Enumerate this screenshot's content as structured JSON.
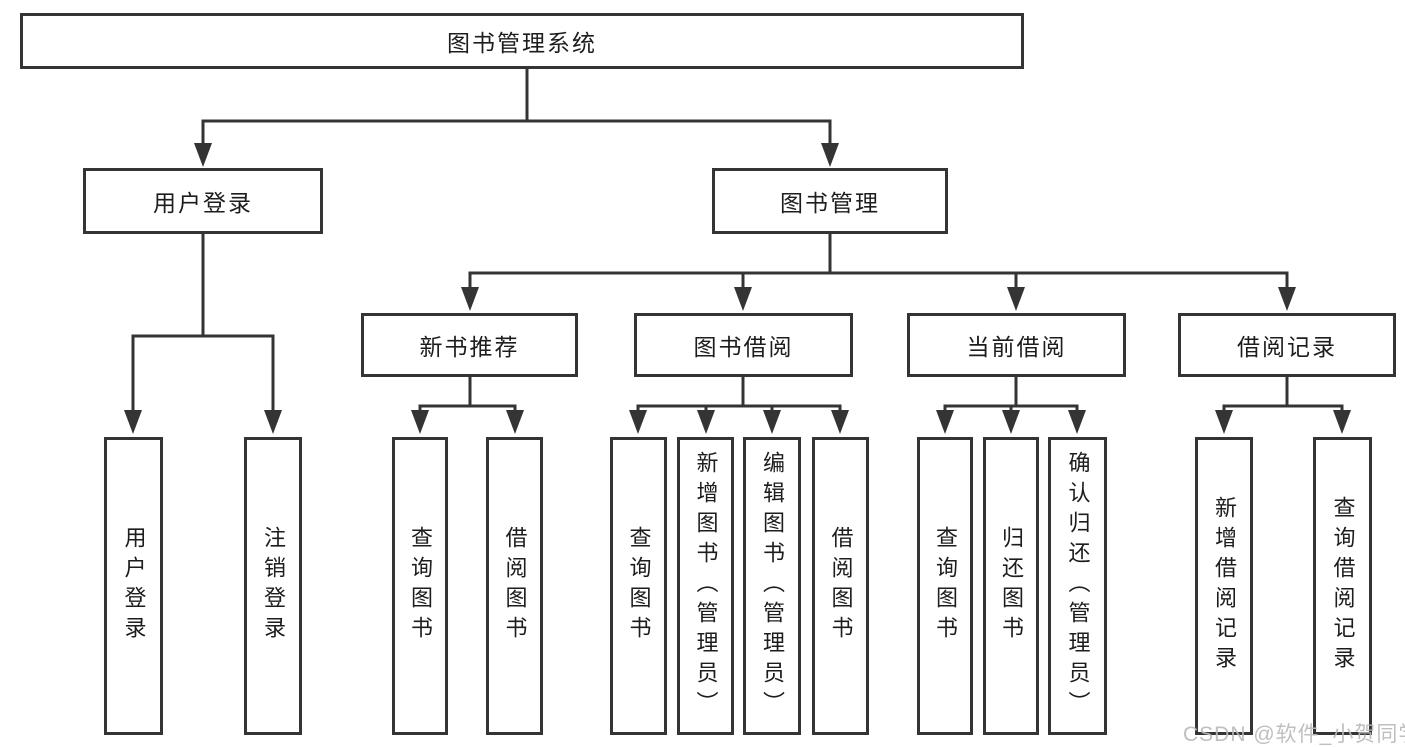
{
  "tree": {
    "label": "图书管理系统",
    "children": [
      {
        "label": "用户登录",
        "children": [
          {
            "label": "用户登录"
          },
          {
            "label": "注销登录"
          }
        ]
      },
      {
        "label": "图书管理",
        "children": [
          {
            "label": "新书推荐",
            "children": [
              {
                "label": "查询图书"
              },
              {
                "label": "借阅图书"
              }
            ]
          },
          {
            "label": "图书借阅",
            "children": [
              {
                "label": "查询图书"
              },
              {
                "label": "新增图书（管理员）"
              },
              {
                "label": "编辑图书（管理员）"
              },
              {
                "label": "借阅图书"
              }
            ]
          },
          {
            "label": "当前借阅",
            "children": [
              {
                "label": "查询图书"
              },
              {
                "label": "归还图书"
              },
              {
                "label": "确认归还（管理员）"
              }
            ]
          },
          {
            "label": "借阅记录",
            "children": [
              {
                "label": "新增借阅记录"
              },
              {
                "label": "查询借阅记录"
              }
            ]
          }
        ]
      }
    ]
  },
  "watermark": {
    "text": "CSDN @软件_小贺同学"
  },
  "colors": {
    "line": "#343434",
    "border": "#343434",
    "text": "#1d1d1d",
    "watermark": "#bababa",
    "background": "#ffffff"
  }
}
